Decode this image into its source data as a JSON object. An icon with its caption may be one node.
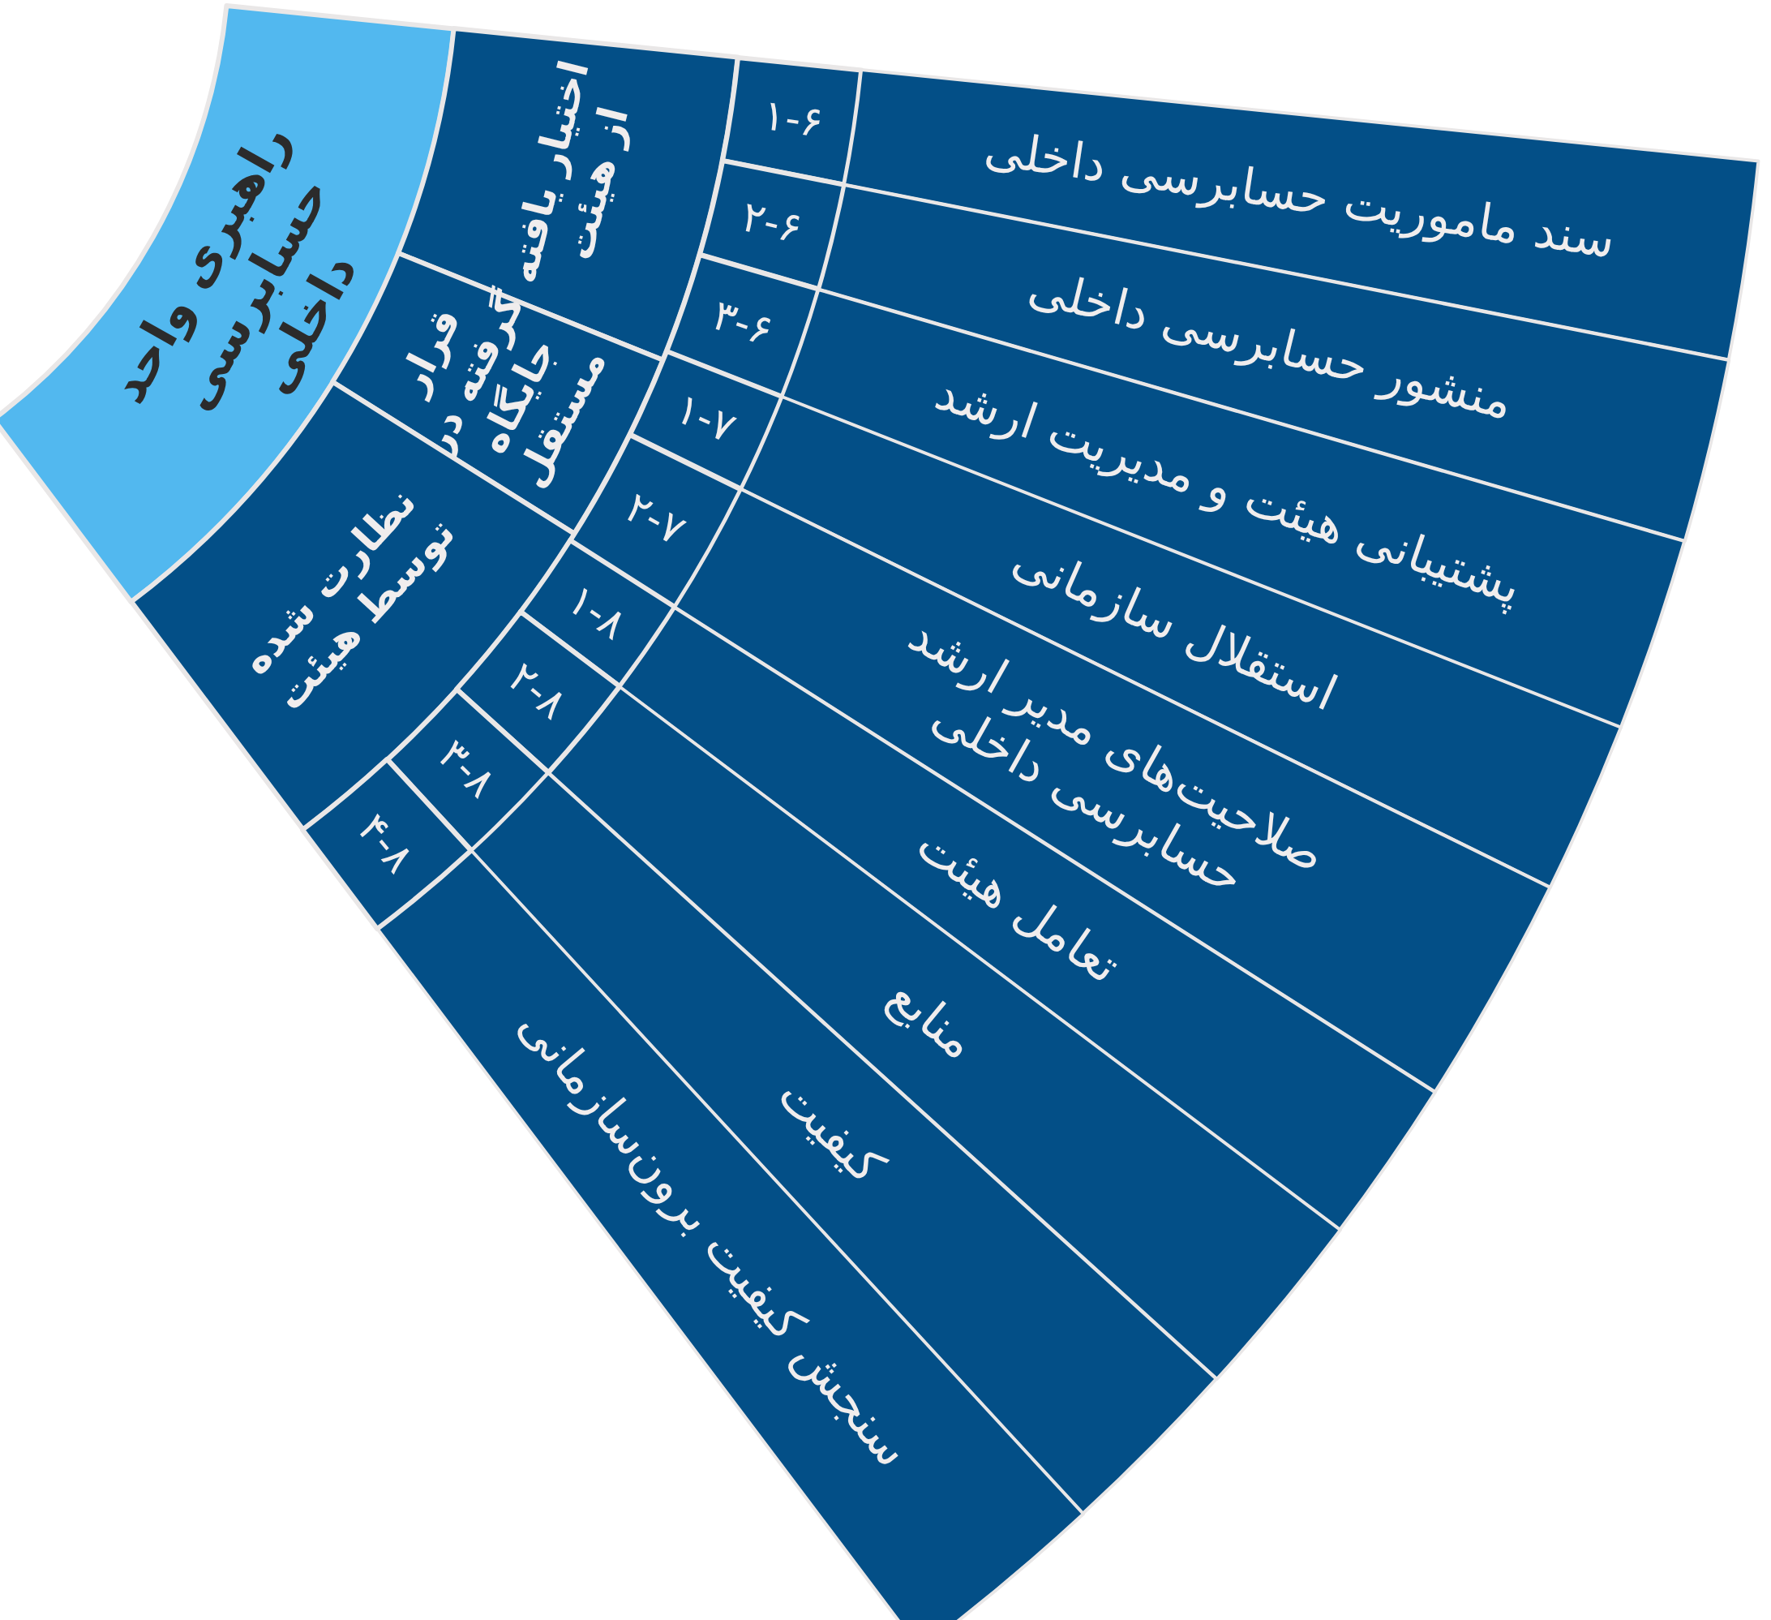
{
  "diagram": {
    "nodes": [
      {
        "text": [
          "راهبری واحد حسابرسی داخلی"
        ]
      },
      {
        "text": [
          "اختیار یافته از هیئت"
        ]
      },
      {
        "text": [
          "قرار گرفته در جایگاه مستقل"
        ]
      },
      {
        "text": [
          "نظارت شده توسط هیئت"
        ]
      },
      {
        "text": [
          "۱-۶"
        ]
      },
      {
        "text": [
          "۲-۶"
        ]
      },
      {
        "text": [
          "۳-۶"
        ]
      },
      {
        "text": [
          "۱-۷"
        ]
      },
      {
        "text": [
          "۲-۷"
        ]
      },
      {
        "text": [
          "۱-۸"
        ]
      },
      {
        "text": [
          "۲-۸"
        ]
      },
      {
        "text": [
          "۳-۸"
        ]
      },
      {
        "text": [
          "۴-۸"
        ]
      },
      {
        "text": [
          "سند ماموریت حسابرسی داخلی"
        ]
      },
      {
        "text": [
          "منشور حسابرسی داخلی"
        ]
      },
      {
        "text": [
          "پشتیبانی هیئت و مدیریت ارشد"
        ]
      },
      {
        "text": [
          "استقلال سازمانی"
        ]
      },
      {
        "text": [
          "صلاحیت‌های مدیر ارشد حسابرسی داخلی"
        ]
      },
      {
        "text": [
          "تعامل هیئت"
        ]
      },
      {
        "text": [
          "منابع"
        ]
      },
      {
        "text": [
          "کیفیت"
        ]
      },
      {
        "text": [
          "سنجش کیفیت برون‌سازمانی"
        ]
      }
    ]
  }
}
